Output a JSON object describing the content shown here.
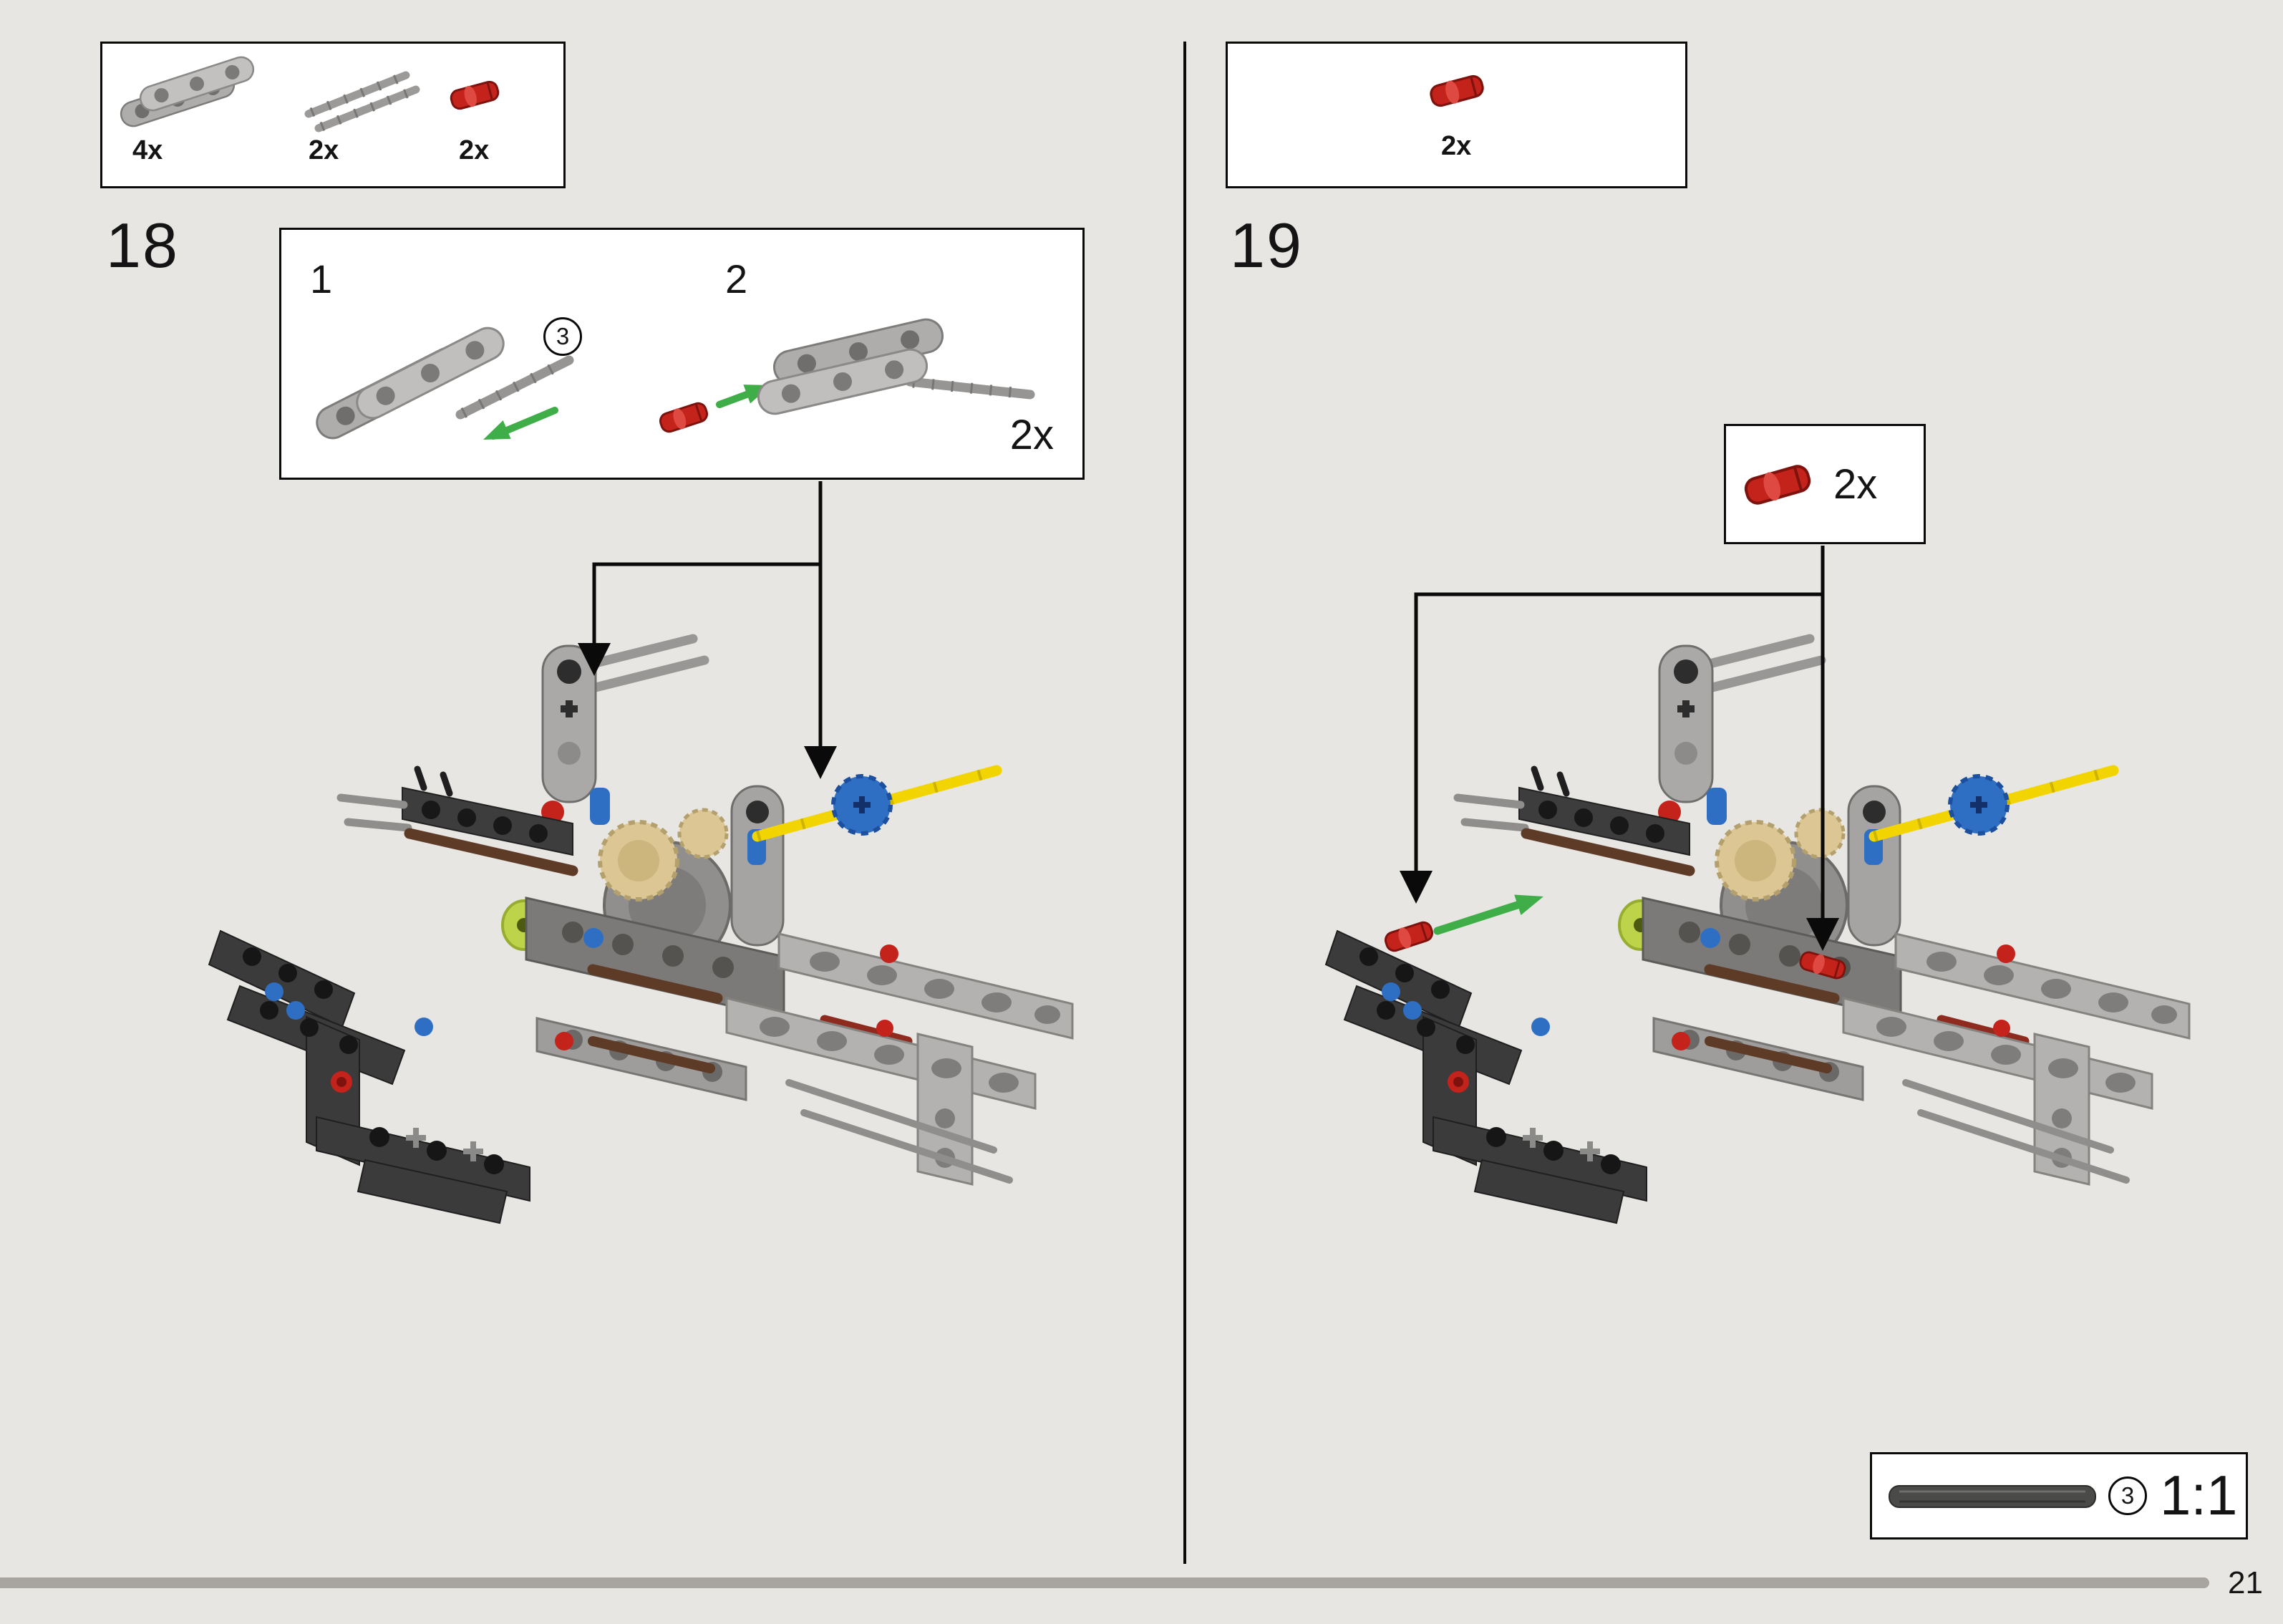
{
  "page": {
    "number": "21",
    "background": "#e7e6e3"
  },
  "step18": {
    "number": "18",
    "parts_box": {
      "parts": [
        {
          "part": "thin-beam-3l",
          "count": "4x"
        },
        {
          "part": "axle-3l",
          "count": "2x"
        },
        {
          "part": "pin-red-3-4",
          "count": "2x"
        }
      ]
    },
    "subassembly_box": {
      "substep1": "1",
      "substep2": "2",
      "axle_badge": "3",
      "count": "2x"
    }
  },
  "step19": {
    "number": "19",
    "parts_box": {
      "parts": [
        {
          "part": "pin-red-3-4",
          "count": "2x"
        }
      ]
    },
    "callout_box": {
      "count": "2x"
    }
  },
  "scale_box": {
    "badge": "3",
    "ratio": "1:1"
  },
  "colors": {
    "arrow_green": "#3fae49",
    "part_red": "#c4231c",
    "part_yellow": "#f2d500",
    "part_blue": "#2e6fc4",
    "part_tan": "#dcc693",
    "part_lime": "#bcd34a"
  }
}
